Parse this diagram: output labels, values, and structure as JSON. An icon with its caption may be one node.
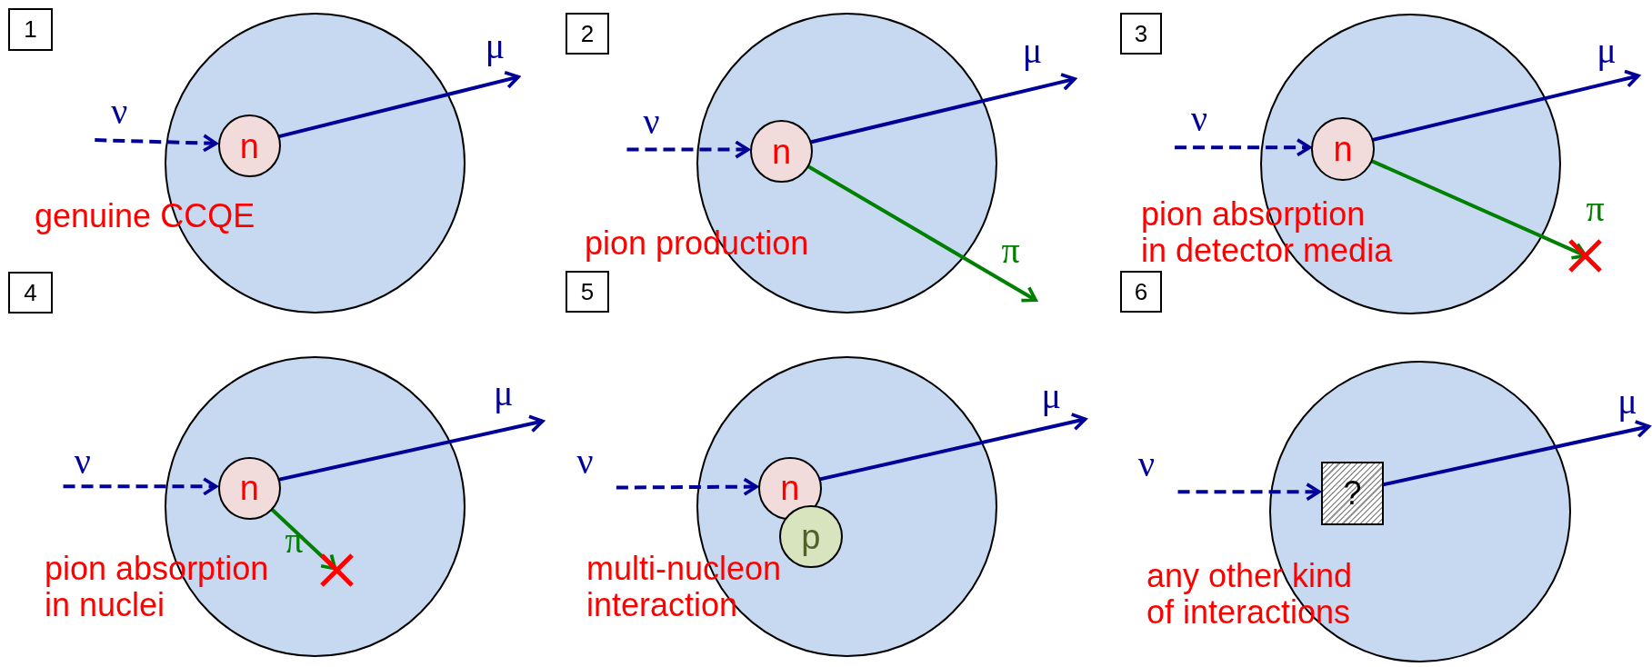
{
  "diagram": {
    "nodes": [
      {
        "text": [
          "1"
        ]
      },
      {
        "text": [],
        "shape": "circle"
      },
      {
        "text": [
          "n"
        ],
        "in": 1
      },
      {
        "text": [
          "2"
        ]
      },
      {
        "text": [],
        "shape": "circle"
      },
      {
        "text": [
          "n"
        ],
        "in": 4
      },
      {
        "text": [
          "3"
        ]
      },
      {
        "text": [],
        "shape": "circle"
      },
      {
        "text": [
          "n"
        ],
        "in": 7
      },
      {
        "text": [],
        "shape": "cross"
      },
      {
        "text": [
          "4"
        ]
      },
      {
        "text": [],
        "shape": "circle"
      },
      {
        "text": [
          "n"
        ],
        "in": 11
      },
      {
        "text": [],
        "shape": "cross",
        "in": 11
      },
      {
        "text": [
          "5"
        ]
      },
      {
        "text": [],
        "shape": "circle"
      },
      {
        "text": [
          "n"
        ],
        "in": 15
      },
      {
        "text": [
          "p"
        ],
        "in": 15
      },
      {
        "text": [
          "6"
        ]
      },
      {
        "text": [],
        "shape": "circle"
      },
      {
        "text": [
          "?"
        ],
        "in": 19
      }
    ],
    "edges": [
      {
        "from": null,
        "to": 2,
        "arrow": "to",
        "label": "ν",
        "style": "dashed"
      },
      {
        "from": 2,
        "to": null,
        "arrow": "to",
        "label": "μ"
      },
      {
        "from": null,
        "to": 5,
        "arrow": "to",
        "label": "ν",
        "style": "dashed"
      },
      {
        "from": 5,
        "to": null,
        "arrow": "to",
        "label": "μ"
      },
      {
        "from": 5,
        "to": null,
        "arrow": "to",
        "label": "π",
        "color": "#008000"
      },
      {
        "from": null,
        "to": 8,
        "arrow": "to",
        "label": "ν",
        "style": "dashed"
      },
      {
        "from": 8,
        "to": null,
        "arrow": "to",
        "label": "μ"
      },
      {
        "from": 8,
        "to": 9,
        "arrow": "to",
        "label": "π",
        "color": "#008000"
      },
      {
        "from": null,
        "to": 12,
        "arrow": "to",
        "label": "ν",
        "style": "dashed"
      },
      {
        "from": 12,
        "to": null,
        "arrow": "to",
        "label": "μ"
      },
      {
        "from": 12,
        "to": 13,
        "arrow": "to",
        "label": "π",
        "color": "#008000"
      },
      {
        "from": null,
        "to": 16,
        "arrow": "to",
        "label": "ν",
        "style": "dashed"
      },
      {
        "from": 16,
        "to": null,
        "arrow": "to",
        "label": "μ"
      },
      {
        "from": null,
        "to": 20,
        "arrow": "to",
        "label": "ν",
        "style": "dashed"
      },
      {
        "from": 20,
        "to": null,
        "arrow": "to",
        "label": "μ"
      }
    ],
    "labels": [
      "genuine CCQE",
      "pion production",
      "pion absorption in detector media",
      "pion absorption in nuclei",
      "multi-nucleon interaction",
      "any other kind of interactions"
    ]
  }
}
